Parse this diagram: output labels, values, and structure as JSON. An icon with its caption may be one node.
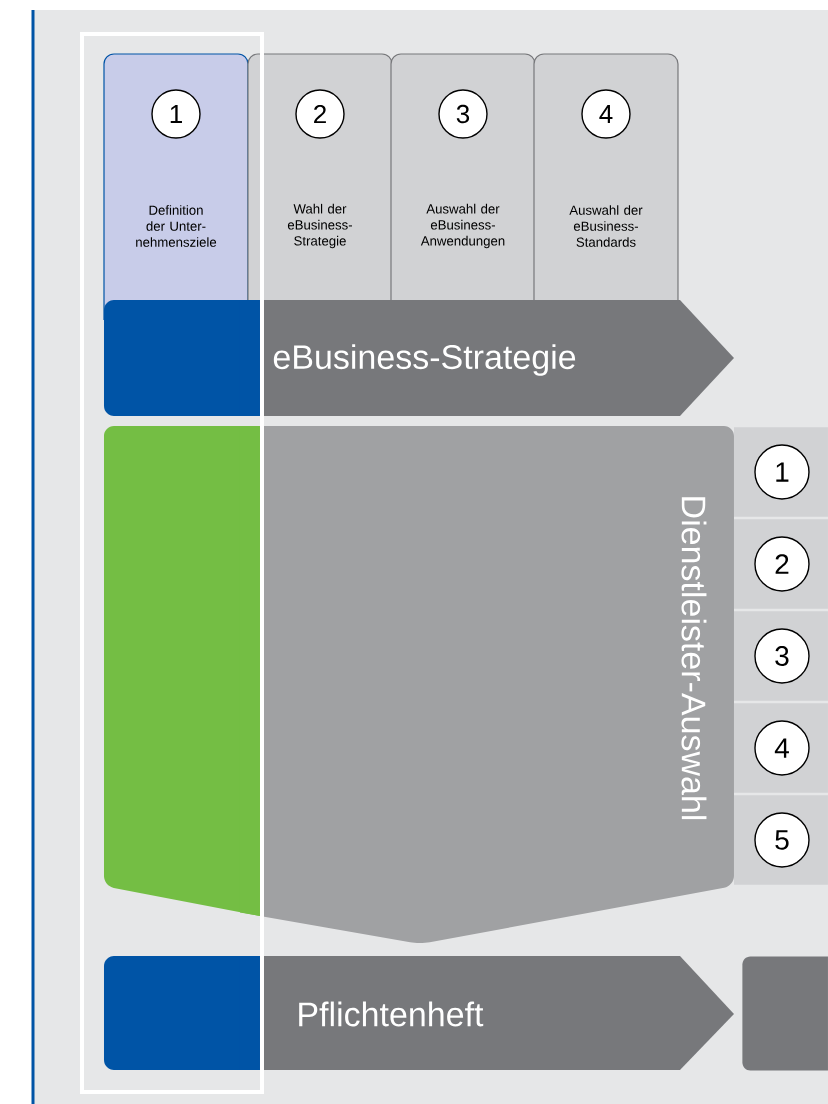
{
  "diagram": {
    "nodes": [
      {
        "text": [
          "Definition der Unter-nehmensziele"
        ]
      },
      {
        "text": [
          "1"
        ],
        "in": 0
      },
      {
        "text": [
          "Wahl der eBusiness-Strategie"
        ]
      },
      {
        "text": [
          "2"
        ],
        "in": 2
      },
      {
        "text": [
          "Auswahl der eBusiness-Anwendungen"
        ]
      },
      {
        "text": [
          "3"
        ],
        "in": 4
      },
      {
        "text": [
          "Auswahl der eBusiness-Standards"
        ]
      },
      {
        "text": [
          "4"
        ],
        "in": 6
      },
      {
        "text": [
          "eBusiness-Strategie"
        ]
      },
      {
        "text": [
          "Dienstleister-Auswahl"
        ]
      },
      {
        "text": [
          "1"
        ]
      },
      {
        "text": [
          "2"
        ]
      },
      {
        "text": [
          "3"
        ]
      },
      {
        "text": [
          "4"
        ]
      },
      {
        "text": [
          "5"
        ]
      },
      {
        "text": [
          "Pflichtenheft"
        ]
      },
      {
        "text": [],
        "shape": "box"
      }
    ]
  }
}
